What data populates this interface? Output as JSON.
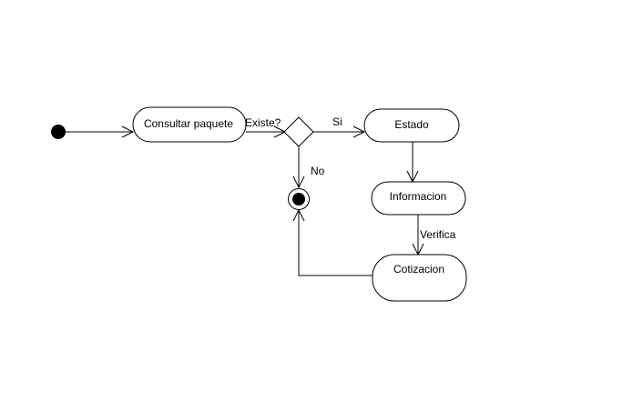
{
  "nodes": {
    "consultar": "Consultar paquete",
    "estado": "Estado",
    "informacion": "Informacion",
    "cotizacion": "Cotizacion"
  },
  "edge_labels": {
    "existe": "Existe?",
    "si": "Si",
    "no": "No",
    "verifica": "Verifica"
  },
  "colors": {
    "stroke": "#000000",
    "fill": "#ffffff"
  }
}
